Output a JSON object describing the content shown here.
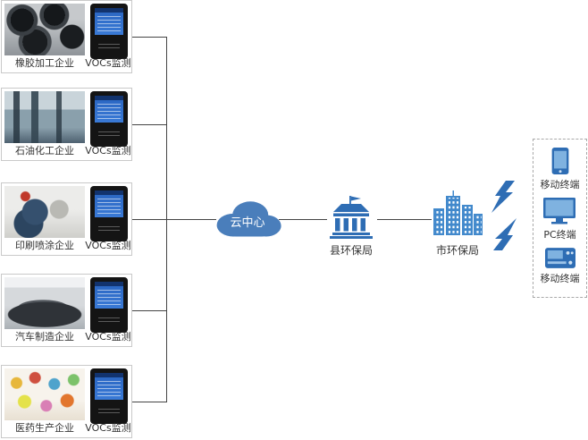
{
  "diagram": {
    "enterprises": [
      {
        "label": "橡胶加工企业",
        "monitor_label": "VOCs监测"
      },
      {
        "label": "石油化工企业",
        "monitor_label": "VOCs监测"
      },
      {
        "label": "印刷喷涂企业",
        "monitor_label": "VOCs监测"
      },
      {
        "label": "汽车制造企业",
        "monitor_label": "VOCs监测"
      },
      {
        "label": "医药生产企业",
        "monitor_label": "VOCs监测"
      }
    ],
    "cloud": {
      "label": "云中心"
    },
    "county_bureau": {
      "label": "县环保局"
    },
    "city_bureau": {
      "label": "市环保局"
    },
    "terminals": [
      {
        "label": "移动终端",
        "icon": "smartphone-icon"
      },
      {
        "label": "PC终端",
        "icon": "pc-monitor-icon"
      },
      {
        "label": "移动终端",
        "icon": "handheld-terminal-icon"
      }
    ],
    "colors": {
      "accent_blue": "#2e6db4",
      "city_blue": "#4289cc",
      "cloud_blue": "#4a7ebb",
      "line": "#444444",
      "box_border": "#c9c9c9"
    }
  }
}
